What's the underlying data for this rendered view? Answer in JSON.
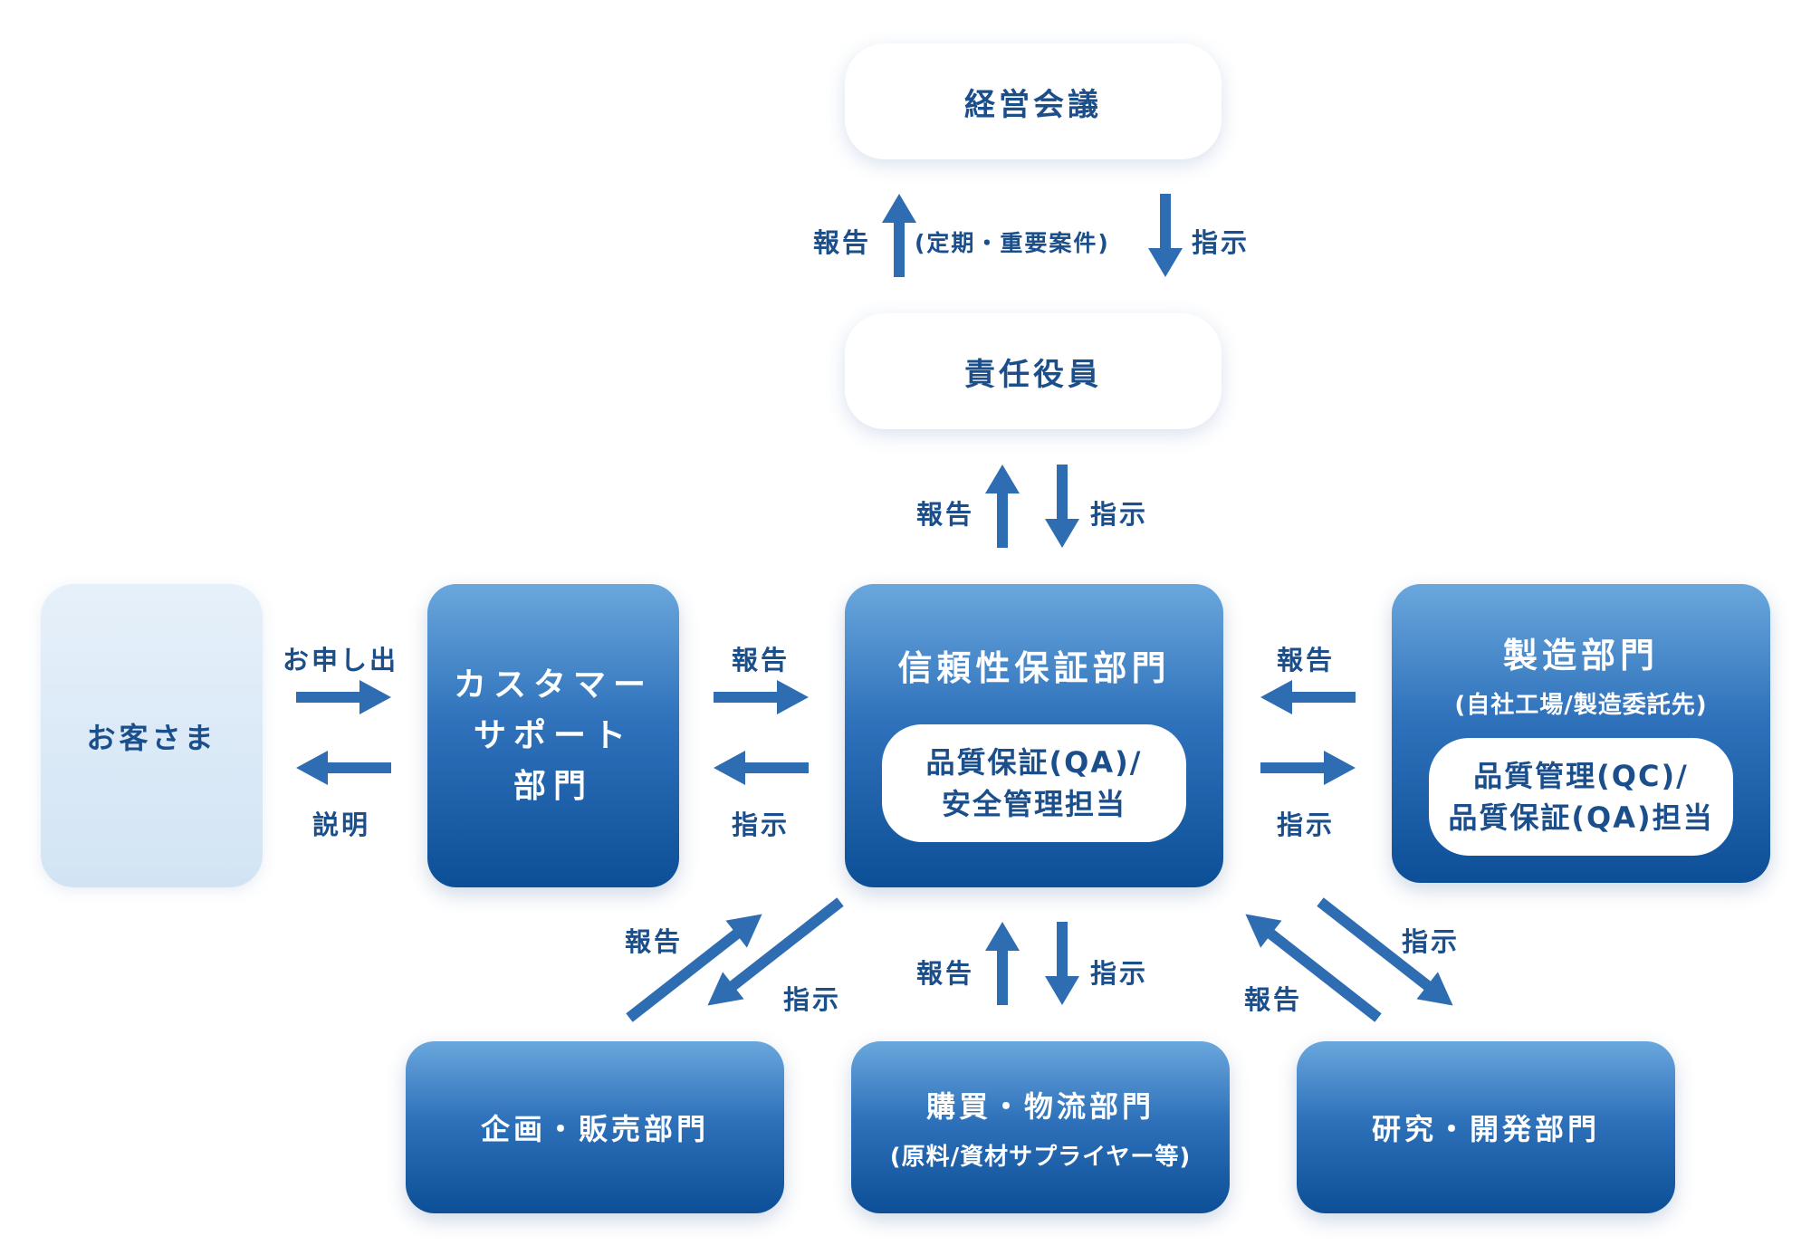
{
  "nodes": {
    "management_meeting": "経営会議",
    "responsible_officer": "責任役員",
    "customer": "お客さま",
    "customer_support": [
      "カスタマー",
      "サポート",
      "部門"
    ],
    "reliability": {
      "title": "信頼性保証部門",
      "inner": [
        "品質保証(QA)/",
        "安全管理担当"
      ]
    },
    "manufacturing": {
      "title": "製造部門",
      "sub": "(自社工場/製造委託先)",
      "inner": [
        "品質管理(QC)/",
        "品質保証(QA)担当"
      ]
    },
    "planning_sales": "企画・販売部門",
    "purchasing": {
      "title": "購買・物流部門",
      "sub": "(原料/資材サプライヤー等)"
    },
    "rnd": "研究・開発部門"
  },
  "labels": {
    "report": "報告",
    "instruct": "指示",
    "regular_important": "(定期・重要案件)",
    "inquiry": "お申し出",
    "explanation": "説明"
  },
  "colors": {
    "arrow": "#2f6db3",
    "text": "#1b4f8c"
  }
}
